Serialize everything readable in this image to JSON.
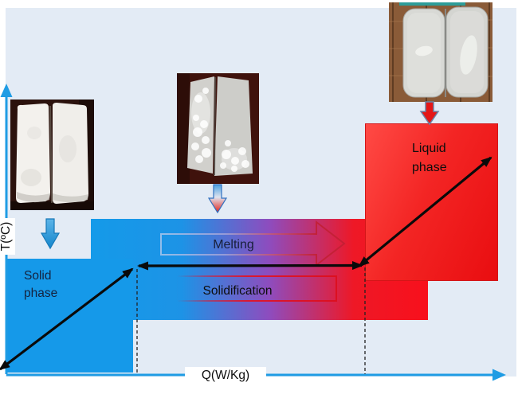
{
  "axes": {
    "x_label": "Q(W/Kg)",
    "y_label": "T(ºC)",
    "color": "#1f9ce4"
  },
  "regions": {
    "solid": {
      "label_line1": "Solid",
      "label_line2": "phase",
      "color": "#1599e9"
    },
    "liquid": {
      "label_line1": "Liquid",
      "label_line2": "phase",
      "color": "#f32524"
    },
    "transition_band": {
      "melting_label": "Melting",
      "solidification_label": "Solidification",
      "gradient_from": "#149ae9",
      "gradient_to": "#f8101c"
    }
  },
  "background_color": "#e3ebf5",
  "curve_color": "#0a0a0a",
  "icons": {
    "down_arrow_solid": "blue-down-arrow-icon",
    "down_arrow_melting": "blue-to-red-down-arrow-icon",
    "down_arrow_liquid": "red-down-arrow-icon"
  },
  "photos": {
    "solid": "solid-pcm-bags-photo",
    "melting": "partially-melted-pcm-bags-photo",
    "liquid": "liquid-pcm-bags-photo"
  }
}
